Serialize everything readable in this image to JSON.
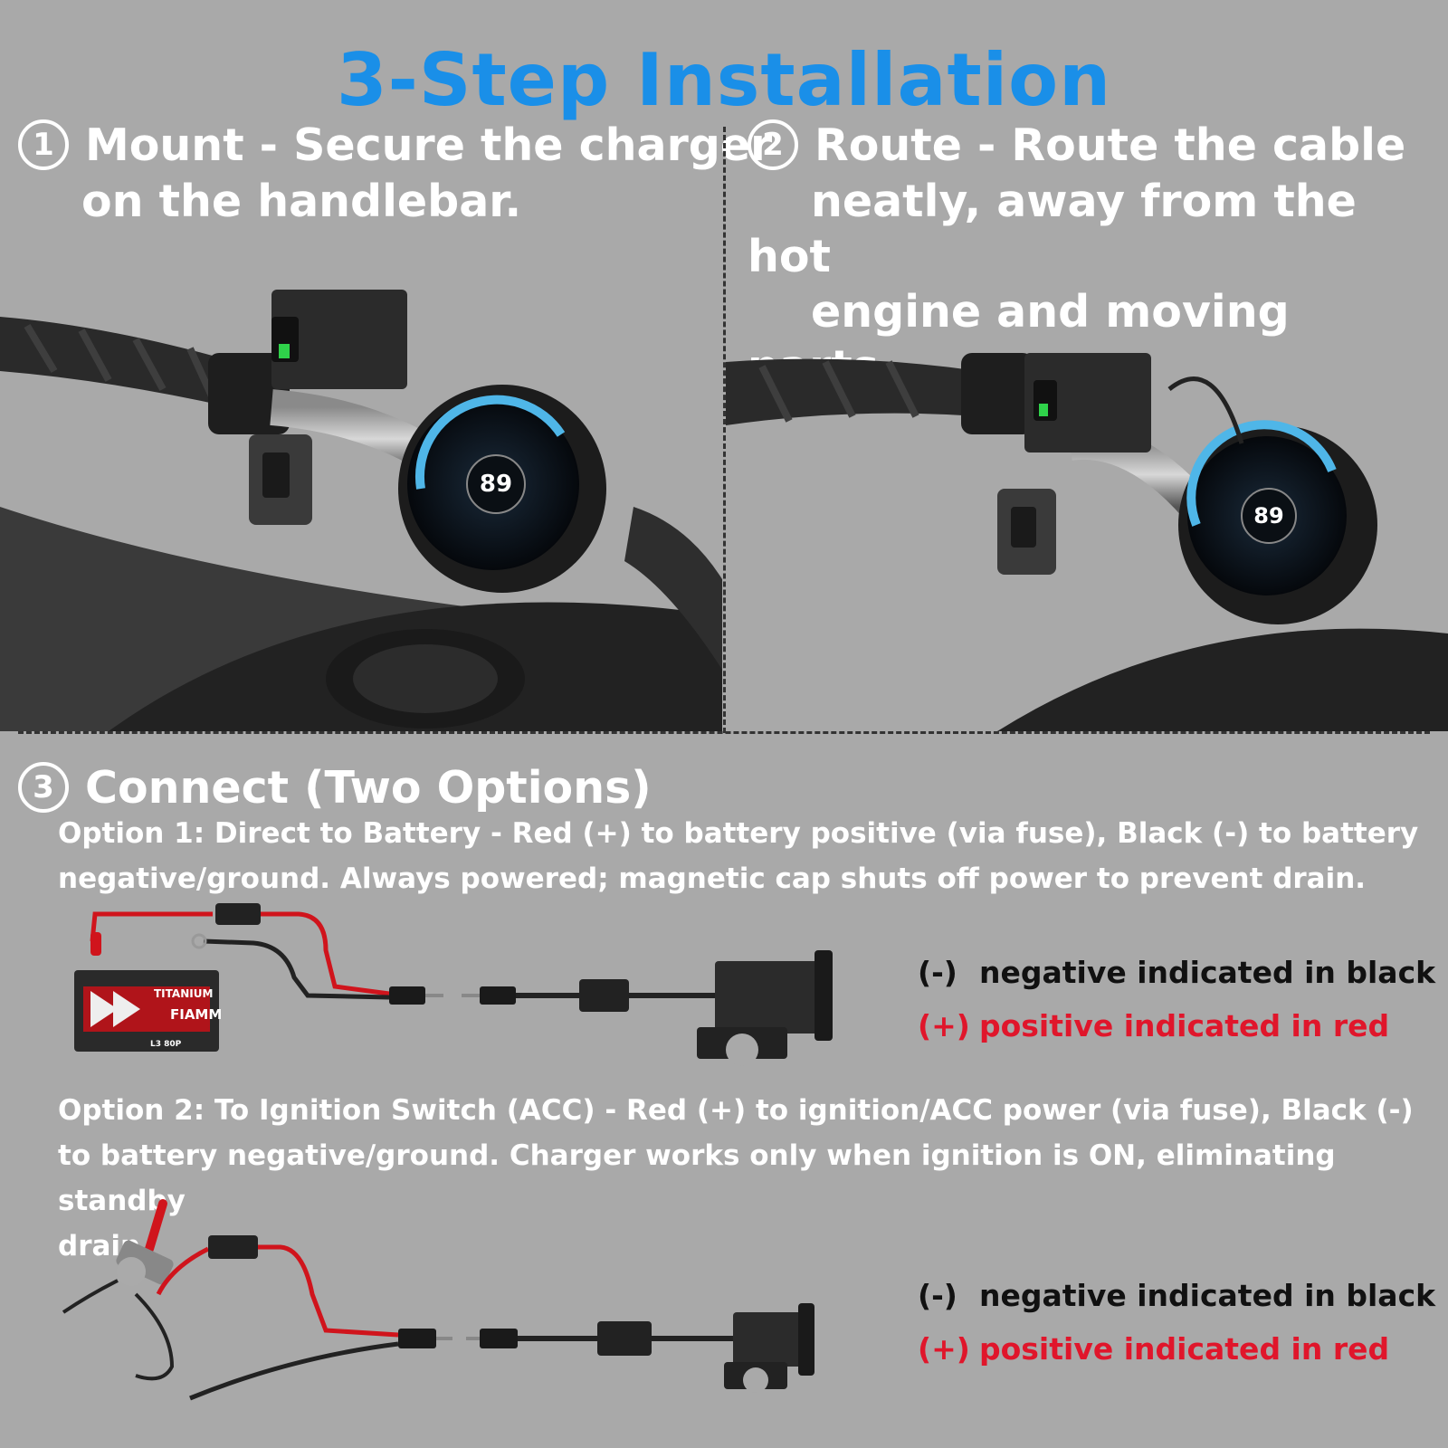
{
  "title": "3-Step Installation",
  "steps": [
    {
      "number": "1",
      "line1": "Mount - Secure the charger",
      "line2": "on the handlebar."
    },
    {
      "number": "2",
      "line1": "Route - Route the cable",
      "line2": "neatly, away from the hot",
      "line3": "engine and moving parts."
    },
    {
      "number": "3",
      "heading": "Connect (Two Options)"
    }
  ],
  "options": [
    {
      "line1": "Option 1: Direct to Battery - Red (+) to battery positive (via fuse), Black (-) to battery",
      "line2": "negative/ground. Always powered; magnetic cap shuts off power to prevent drain."
    },
    {
      "line1": "Option 2: To Ignition Switch (ACC) - Red (+) to ignition/ACC power (via fuse), Black (-)",
      "line2": "to battery negative/ground. Charger works only when ignition is ON, eliminating standby",
      "line3": "drain."
    }
  ],
  "legend": {
    "neg_symbol": "(-)",
    "neg_text": "negative indicated in black",
    "pos_symbol": "(+)",
    "pos_text": "positive indicated in red"
  },
  "gauge_speed": "89",
  "battery_brand": "FIAMM",
  "battery_model": "TITANIUM",
  "battery_code": "L3 80P",
  "colors": {
    "title": "#1a8fe8",
    "positive": "#e0162b",
    "negative": "#111111",
    "background": "#a9a9a9"
  }
}
